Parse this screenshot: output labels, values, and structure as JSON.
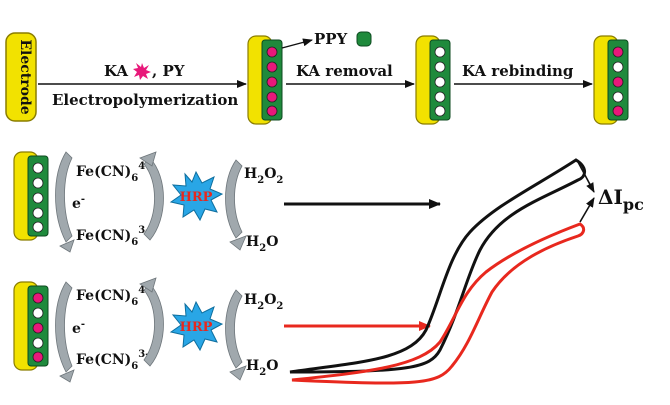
{
  "top_row": {
    "electrode_label": "Electrode",
    "step1_reagents": "KA",
    "step1_reagent2": ", PY",
    "step1_method": "Electropolymerization",
    "ppy_label": "PPY",
    "step2_label": "KA removal",
    "step3_label": "KA rebinding"
  },
  "redox": {
    "ferro": "Fe(CN)",
    "ferro_sub": "6",
    "ferro_sup": "4-",
    "ferri": "Fe(CN)",
    "ferri_sub": "6",
    "ferri_sup": "3-",
    "electron": "e",
    "electron_sup": "-",
    "enzyme": "HRP",
    "h2o2_a": "H",
    "h2o2_b": "2",
    "h2o2_c": "O",
    "h2o2_d": "2",
    "h2o_a": "H",
    "h2o_b": "2",
    "h2o_c": "O"
  },
  "result": {
    "delta": "ΔI",
    "sub": "pc"
  },
  "colors": {
    "electrode_yellow": "#f2e200",
    "polymer_green": "#1f8a3c",
    "ka_magenta": "#e8187a",
    "hrp_blue": "#29a6e6",
    "arrow_gray": "#a0a8ad",
    "trace_black": "#111111",
    "trace_red": "#e8281e"
  }
}
